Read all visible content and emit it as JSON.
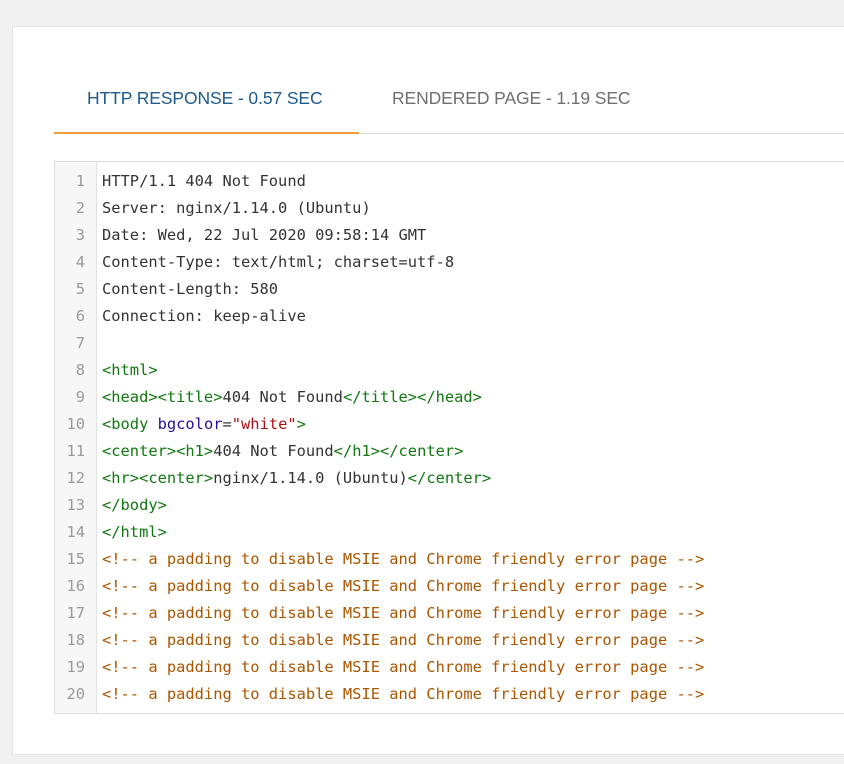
{
  "tabs": {
    "http_response": "HTTP RESPONSE - 0.57 SEC",
    "rendered_page": "RENDERED PAGE - 1.19 SEC"
  },
  "colors": {
    "active_tab": "#1e5a8c",
    "tab_underline": "#f39c33",
    "tag": "#117711",
    "attribute": "#221199",
    "string": "#aa1111",
    "comment": "#aa5500"
  },
  "code": {
    "lines": [
      {
        "n": "1",
        "tokens": [
          {
            "c": "plain",
            "t": "HTTP/1.1 404 Not Found"
          }
        ]
      },
      {
        "n": "2",
        "tokens": [
          {
            "c": "plain",
            "t": "Server: nginx/1.14.0 (Ubuntu)"
          }
        ]
      },
      {
        "n": "3",
        "tokens": [
          {
            "c": "plain",
            "t": "Date: Wed, 22 Jul 2020 09:58:14 GMT"
          }
        ]
      },
      {
        "n": "4",
        "tokens": [
          {
            "c": "plain",
            "t": "Content-Type: text/html; charset=utf-8"
          }
        ]
      },
      {
        "n": "5",
        "tokens": [
          {
            "c": "plain",
            "t": "Content-Length: 580"
          }
        ]
      },
      {
        "n": "6",
        "tokens": [
          {
            "c": "plain",
            "t": "Connection: keep-alive"
          }
        ]
      },
      {
        "n": "7",
        "tokens": []
      },
      {
        "n": "8",
        "tokens": [
          {
            "c": "tag",
            "t": "<html>"
          }
        ]
      },
      {
        "n": "9",
        "tokens": [
          {
            "c": "tag",
            "t": "<head><title>"
          },
          {
            "c": "plain",
            "t": "404 Not Found"
          },
          {
            "c": "tag",
            "t": "</title></head>"
          }
        ]
      },
      {
        "n": "10",
        "tokens": [
          {
            "c": "tag",
            "t": "<body "
          },
          {
            "c": "attr",
            "t": "bgcolor"
          },
          {
            "c": "plain",
            "t": "="
          },
          {
            "c": "str",
            "t": "\"white\""
          },
          {
            "c": "tag",
            "t": ">"
          }
        ]
      },
      {
        "n": "11",
        "tokens": [
          {
            "c": "tag",
            "t": "<center><h1>"
          },
          {
            "c": "plain",
            "t": "404 Not Found"
          },
          {
            "c": "tag",
            "t": "</h1></center>"
          }
        ]
      },
      {
        "n": "12",
        "tokens": [
          {
            "c": "tag",
            "t": "<hr><center>"
          },
          {
            "c": "plain",
            "t": "nginx/1.14.0 (Ubuntu)"
          },
          {
            "c": "tag",
            "t": "</center>"
          }
        ]
      },
      {
        "n": "13",
        "tokens": [
          {
            "c": "tag",
            "t": "</body>"
          }
        ]
      },
      {
        "n": "14",
        "tokens": [
          {
            "c": "tag",
            "t": "</html>"
          }
        ]
      },
      {
        "n": "15",
        "tokens": [
          {
            "c": "comment",
            "t": "<!-- a padding to disable MSIE and Chrome friendly error page -->"
          }
        ]
      },
      {
        "n": "16",
        "tokens": [
          {
            "c": "comment",
            "t": "<!-- a padding to disable MSIE and Chrome friendly error page -->"
          }
        ]
      },
      {
        "n": "17",
        "tokens": [
          {
            "c": "comment",
            "t": "<!-- a padding to disable MSIE and Chrome friendly error page -->"
          }
        ]
      },
      {
        "n": "18",
        "tokens": [
          {
            "c": "comment",
            "t": "<!-- a padding to disable MSIE and Chrome friendly error page -->"
          }
        ]
      },
      {
        "n": "19",
        "tokens": [
          {
            "c": "comment",
            "t": "<!-- a padding to disable MSIE and Chrome friendly error page -->"
          }
        ]
      },
      {
        "n": "20",
        "tokens": [
          {
            "c": "comment",
            "t": "<!-- a padding to disable MSIE and Chrome friendly error page -->"
          }
        ]
      }
    ]
  }
}
